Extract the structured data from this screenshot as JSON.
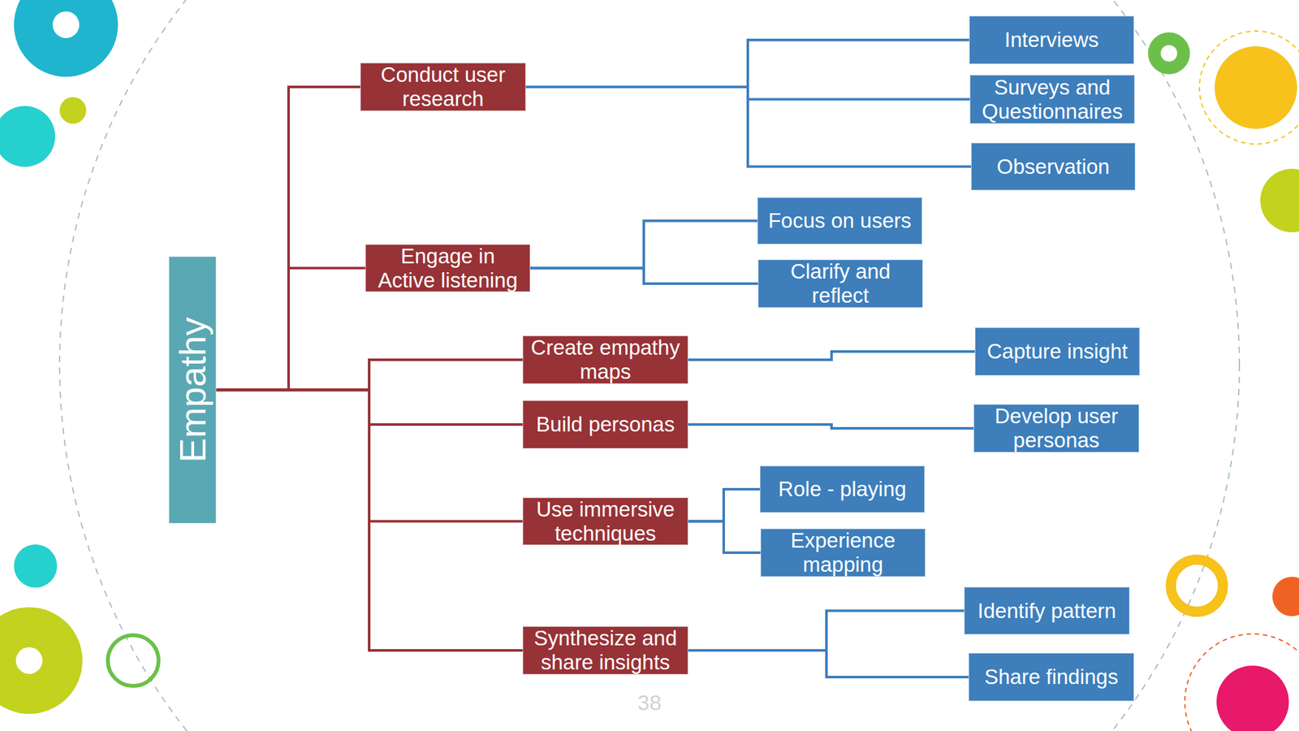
{
  "diagram": {
    "nodes": [
      {
        "text": [
          "Empathy"
        ]
      },
      {
        "text": [
          "Conduct user research"
        ]
      },
      {
        "text": [
          "Interviews"
        ]
      },
      {
        "text": [
          "Surveys and Questionnaires"
        ]
      },
      {
        "text": [
          "Observation"
        ]
      },
      {
        "text": [
          "Engage in Active listening"
        ]
      },
      {
        "text": [
          "Focus on users"
        ]
      },
      {
        "text": [
          "Clarify and reflect"
        ]
      },
      {
        "text": [
          "Create empathy maps"
        ]
      },
      {
        "text": [
          "Capture insight"
        ]
      },
      {
        "text": [
          "Build personas"
        ]
      },
      {
        "text": [
          "Develop user personas"
        ]
      },
      {
        "text": [
          "Use immersive techniques"
        ]
      },
      {
        "text": [
          "Role - playing"
        ]
      },
      {
        "text": [
          "Experience mapping"
        ]
      },
      {
        "text": [
          "Synthesize and share insights"
        ]
      },
      {
        "text": [
          "Identify pattern"
        ]
      },
      {
        "text": [
          "Share findings"
        ]
      }
    ],
    "edges": [
      {
        "from": 0,
        "to": 1,
        "arrow": "none"
      },
      {
        "from": 0,
        "to": 5,
        "arrow": "none"
      },
      {
        "from": 0,
        "to": 8,
        "arrow": "none"
      },
      {
        "from": 0,
        "to": 10,
        "arrow": "none"
      },
      {
        "from": 0,
        "to": 12,
        "arrow": "none"
      },
      {
        "from": 0,
        "to": 15,
        "arrow": "none"
      },
      {
        "from": 1,
        "to": 2,
        "arrow": "none"
      },
      {
        "from": 1,
        "to": 3,
        "arrow": "none"
      },
      {
        "from": 1,
        "to": 4,
        "arrow": "none"
      },
      {
        "from": 5,
        "to": 6,
        "arrow": "none"
      },
      {
        "from": 5,
        "to": 7,
        "arrow": "none"
      },
      {
        "from": 8,
        "to": 9,
        "arrow": "none"
      },
      {
        "from": 10,
        "to": 11,
        "arrow": "none"
      },
      {
        "from": 12,
        "to": 13,
        "arrow": "none"
      },
      {
        "from": 12,
        "to": 14,
        "arrow": "none"
      },
      {
        "from": 15,
        "to": 16,
        "arrow": "none"
      },
      {
        "from": 15,
        "to": 17,
        "arrow": "none"
      }
    ],
    "labels": [
      "38"
    ]
  }
}
